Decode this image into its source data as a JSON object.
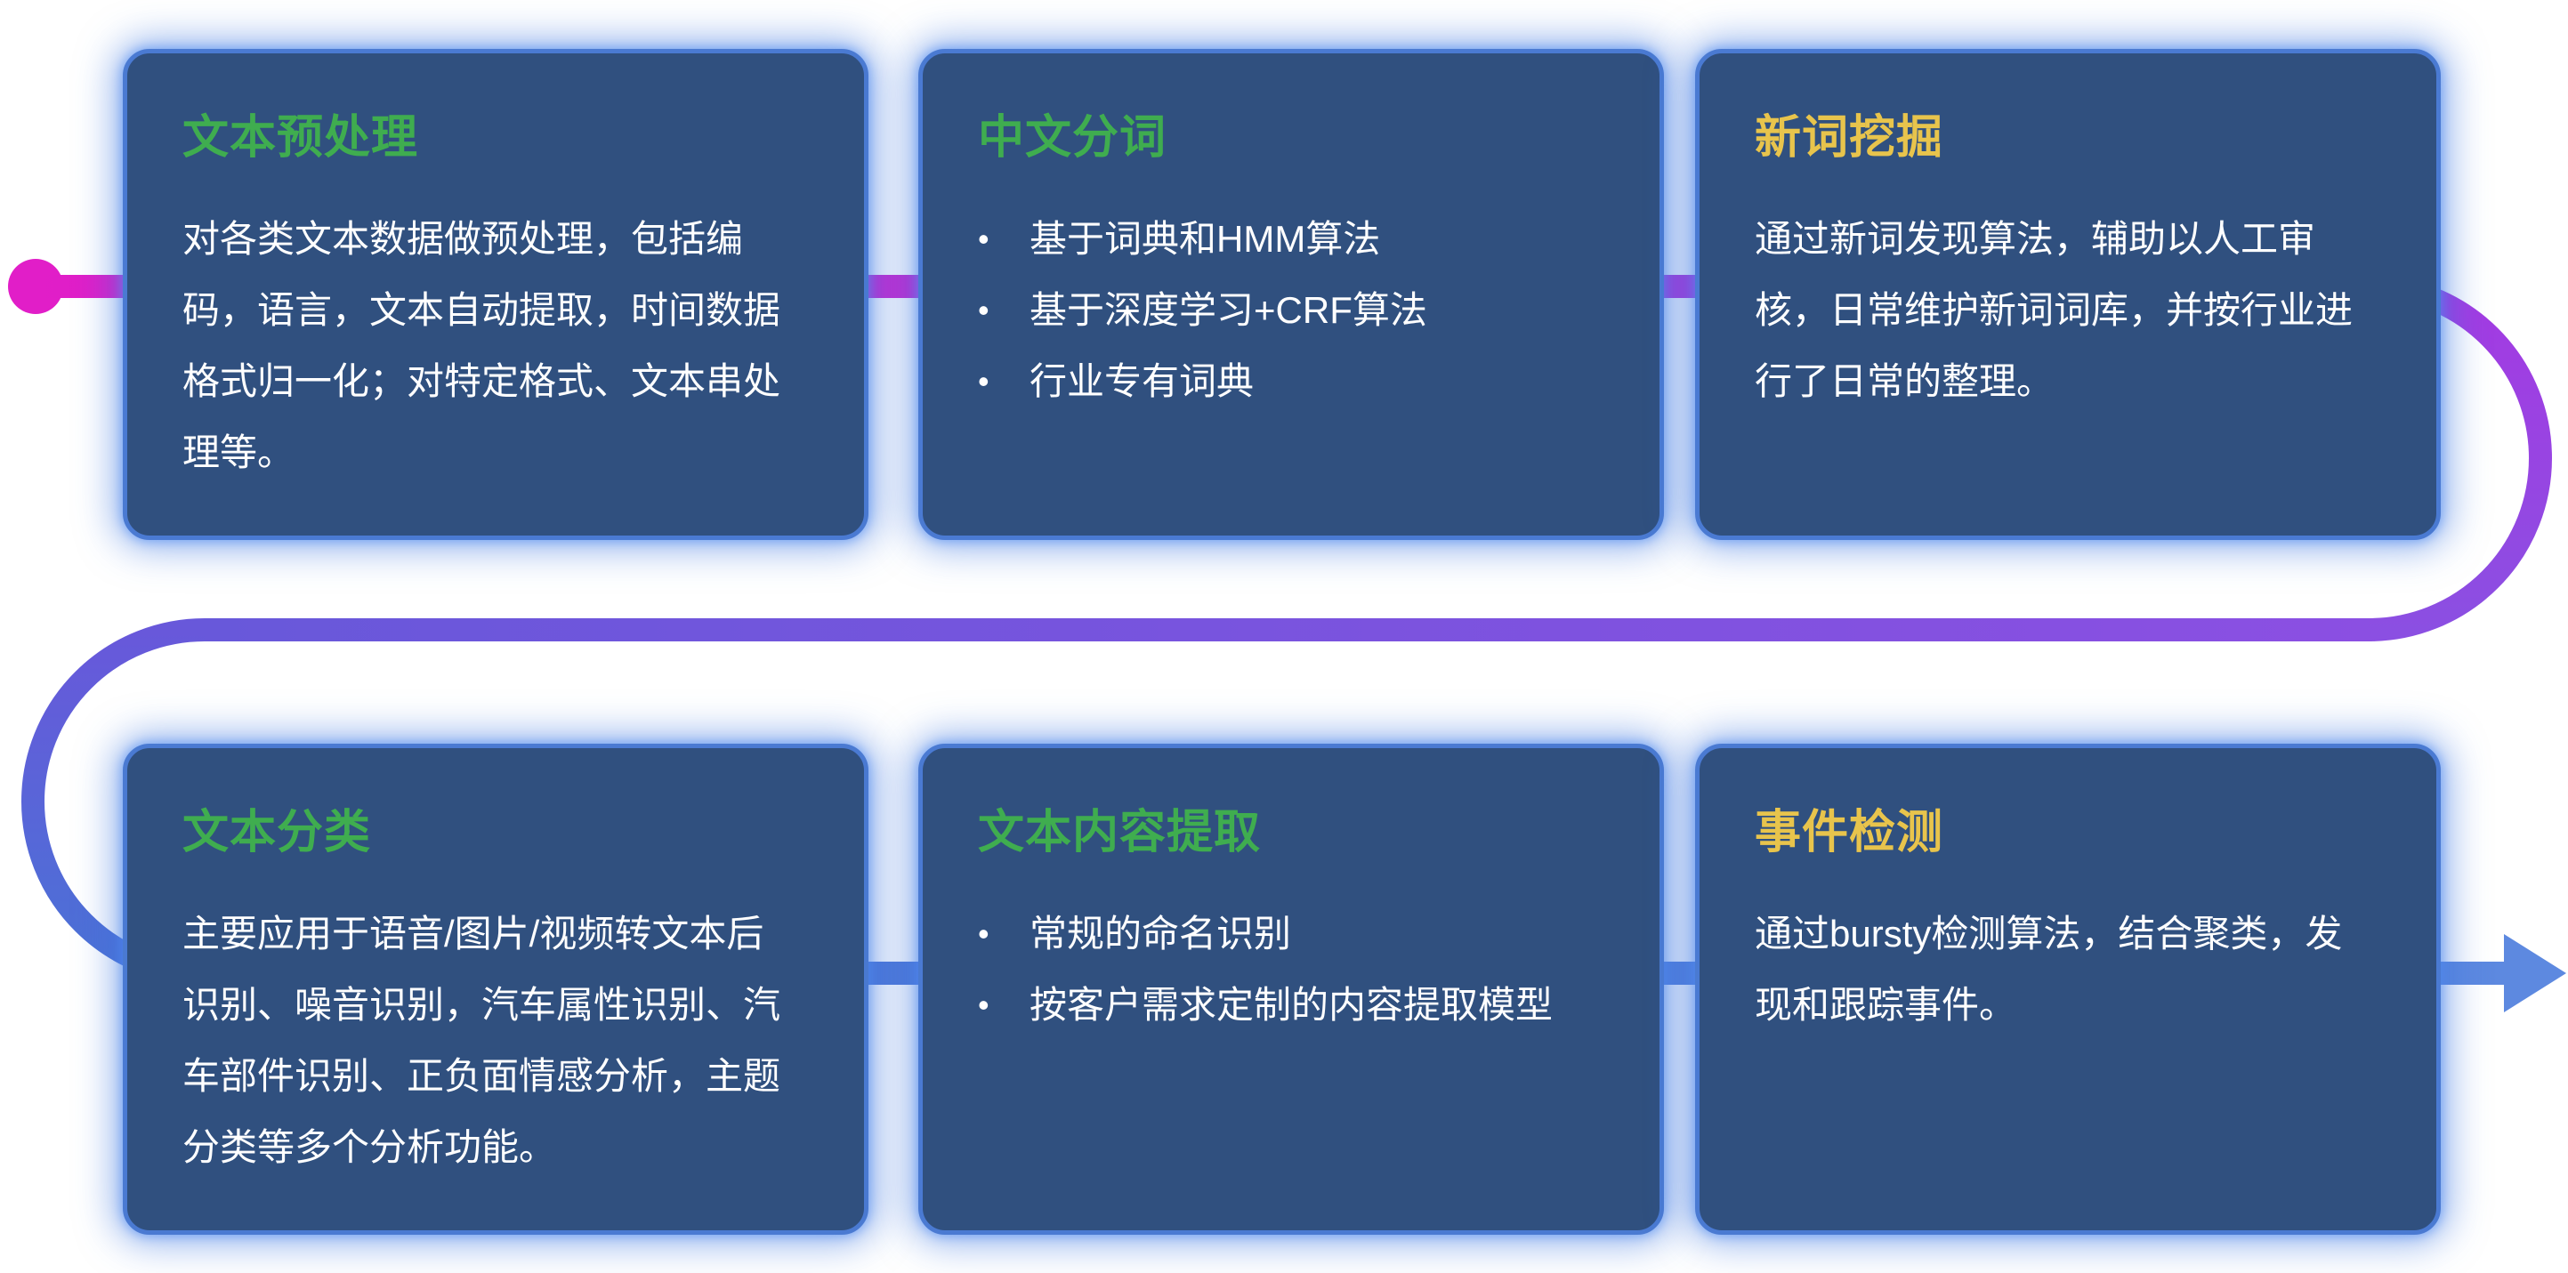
{
  "colors": {
    "page_bg": "#ffffff",
    "card_bg": "#30507f",
    "card_border": "#4a7ad2",
    "card_glow": "#3e76de",
    "body_text": "#ffffff",
    "flow_start": "#e11ec8",
    "flow_purple": "#a43ae2",
    "flow_purple2": "#8b4fe2",
    "flow_indigo": "#6858da",
    "flow_blue": "#4a72d6",
    "flow_end": "#5d89e0"
  },
  "cards": [
    {
      "title": "文本预处理",
      "title_color": "#3fad4f",
      "body": "对各类文本数据做预处理，包括编码，语言，文本自动提取，时间数据格式归一化；对特定格式、文本串处理等。"
    },
    {
      "title": "中文分词",
      "title_color": "#3fad4f",
      "bullets": [
        "基于词典和HMM算法",
        "基于深度学习+CRF算法",
        "行业专有词典"
      ]
    },
    {
      "title": "新词挖掘",
      "title_color": "#e8c44c",
      "body": "通过新词发现算法，辅助以人工审核，日常维护新词词库，并按行业进行了日常的整理。"
    },
    {
      "title": "文本分类",
      "title_color": "#3fad4f",
      "body": "主要应用于语音/图片/视频转文本后识别、噪音识别，汽车属性识别、汽车部件识别、正负面情感分析，主题分类等多个分析功能。"
    },
    {
      "title": "文本内容提取",
      "title_color": "#3fad4f",
      "bullets": [
        "常规的命名识别",
        "按客户需求定制的内容提取模型"
      ]
    },
    {
      "title": "事件检测",
      "title_color": "#e8c44c",
      "body": "通过bursty检测算法，结合聚类，发现和跟踪事件。"
    }
  ]
}
